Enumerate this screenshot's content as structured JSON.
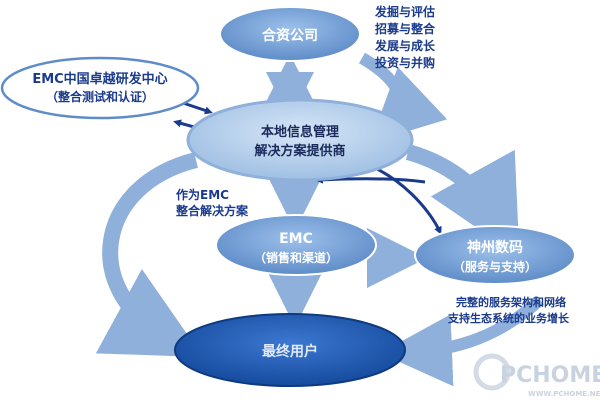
{
  "diagram": {
    "nodes": {
      "jv": {
        "label": "合资公司"
      },
      "emc_center": {
        "lines": [
          "EMC中国卓越研发中心",
          "（整合测试和认证）"
        ]
      },
      "local": {
        "lines": [
          "本地信息管理",
          "解决方案提供商"
        ]
      },
      "emc": {
        "lines": [
          "EMC",
          "（销售和渠道）"
        ]
      },
      "dc": {
        "lines": [
          "神州数码",
          "（服务与支持）"
        ]
      },
      "user": {
        "label": "最终用户"
      }
    },
    "annotations": {
      "jv_functions": [
        "发掘与评估",
        "招募与整合",
        "发展与成长",
        "投资与并购"
      ],
      "as_emc": [
        "作为EMC",
        "整合解决方案"
      ],
      "service": [
        "完整的服务架构和网络",
        "支持生态系统的业务增长"
      ]
    }
  },
  "watermark": {
    "brand": "PCHOME",
    "url": "WWW.PCHOME.NET"
  },
  "colors": {
    "arrow_light": "#8fb0da",
    "node_mid": "#6f98d0",
    "node_user": "#1f5bb5",
    "text_blue": "#1a3a8c"
  }
}
